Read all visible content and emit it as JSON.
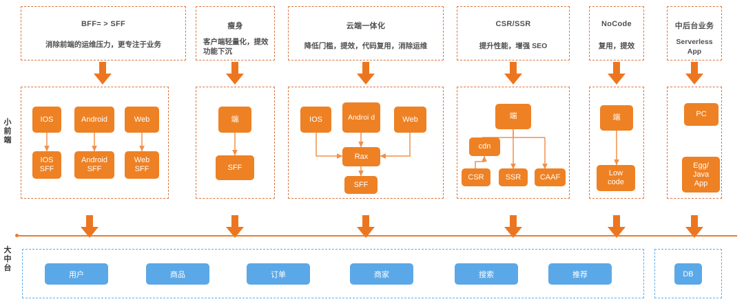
{
  "meta": {
    "title": "小前端 / 大中台 Serverless 架构演进图",
    "colors": {
      "orange_fill": "#ee8124",
      "orange_dash": "#d9713c",
      "orange_line": "#ec7c2a",
      "blue_fill": "#5ba8e8",
      "blue_dash": "#5ba8e8",
      "text": "#4f4f4f",
      "background": "#ffffff"
    }
  },
  "rails": {
    "front": "小前端",
    "middle": "大中台"
  },
  "columns": [
    {
      "id": "bff-sff",
      "caption_title": "BFF= > SFF",
      "caption_body": "消除前端的运维压力，更专注于业务",
      "nodes": [
        {
          "label": "IOS"
        },
        {
          "label": "Android"
        },
        {
          "label": "Web"
        },
        {
          "label": "IOS\nSFF"
        },
        {
          "label": "Android\nSFF"
        },
        {
          "label": "Web\nSFF"
        }
      ]
    },
    {
      "id": "slim",
      "caption_title": "瘦身",
      "caption_body": "客户端轻量化，提效\n功能下沉",
      "nodes": [
        {
          "label": "端"
        },
        {
          "label": "SFF"
        }
      ]
    },
    {
      "id": "cloud-integration",
      "caption_title": "云端一体化",
      "caption_body": "降低门槛，提效，代码复用，消除运维",
      "nodes": [
        {
          "label": "IOS"
        },
        {
          "label": "Androi d"
        },
        {
          "label": "Web"
        },
        {
          "label": "Rax"
        },
        {
          "label": "SFF"
        }
      ]
    },
    {
      "id": "csr-ssr",
      "caption_title": "CSR/SSR",
      "caption_body": "提升性能，增强 SEO",
      "nodes": [
        {
          "label": "端"
        },
        {
          "label": "cdn"
        },
        {
          "label": "CSR"
        },
        {
          "label": "SSR"
        },
        {
          "label": "CAAF"
        }
      ]
    },
    {
      "id": "nocode",
      "caption_title": "NoCode",
      "caption_body": "复用，提效",
      "nodes": [
        {
          "label": "端"
        },
        {
          "label": "Low\ncode"
        }
      ]
    },
    {
      "id": "mid-back-office",
      "caption_title": "中后台业务",
      "caption_body": "Serverless\nApp",
      "nodes": [
        {
          "label": "PC"
        },
        {
          "label": "Egg/\nJava\nApp"
        }
      ]
    }
  ],
  "platform": {
    "services": [
      "用户",
      "商品",
      "订单",
      "商家",
      "搜索",
      "推荐"
    ],
    "storage": [
      "DB"
    ]
  },
  "arrow_count": 6
}
